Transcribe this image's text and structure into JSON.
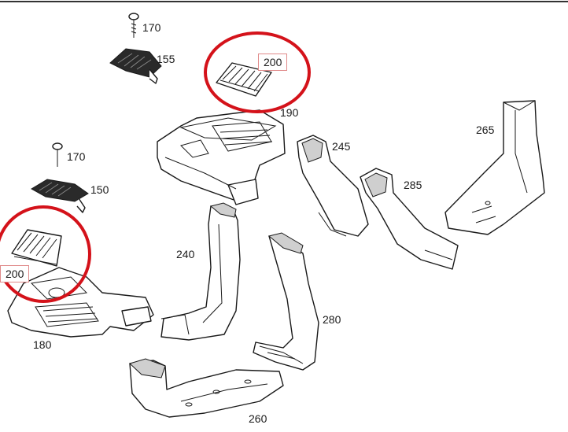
{
  "parts": {
    "p170_top": "170",
    "p155": "155",
    "p200_top": "200",
    "p190": "190",
    "p265": "265",
    "p245": "245",
    "p285": "285",
    "p170_mid": "170",
    "p150": "150",
    "p200_left": "200",
    "p240": "240",
    "p280": "280",
    "p180": "180",
    "p260": "260"
  },
  "colors": {
    "highlight_circle": "#d4121a",
    "highlight_box": "#e08a8a",
    "line": "#1a1a1a"
  }
}
